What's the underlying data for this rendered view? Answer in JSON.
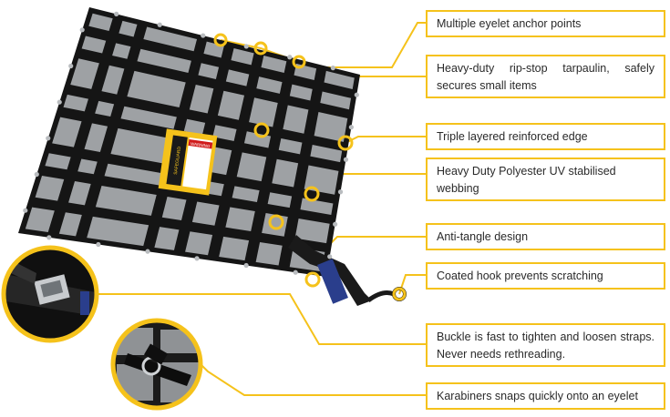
{
  "accent_color": "#f5c21b",
  "net_color": "#151515",
  "panel_color": "#9ea1a4",
  "product": {
    "label_brand": "SAFEGUARD",
    "label_warning": "WARNING",
    "icon": "cargo-net-image"
  },
  "callouts": [
    {
      "id": "eyelet",
      "text": "Multiple eyelet anchor points"
    },
    {
      "id": "tarpaulin",
      "text": "Heavy-duty rip-stop tarpaulin, safely secures small items"
    },
    {
      "id": "edge",
      "text": "Triple layered reinforced edge"
    },
    {
      "id": "webbing",
      "text": "Heavy Duty Polyester UV stabilised webbing"
    },
    {
      "id": "antitangle",
      "text": "Anti-tangle design"
    },
    {
      "id": "hook",
      "text": "Coated hook prevents scratching"
    },
    {
      "id": "buckle",
      "text": "Buckle is fast to tighten and loosen straps. Never needs rethreading."
    },
    {
      "id": "karabiner",
      "text": "Karabiners snaps quickly onto an eyelet"
    }
  ]
}
